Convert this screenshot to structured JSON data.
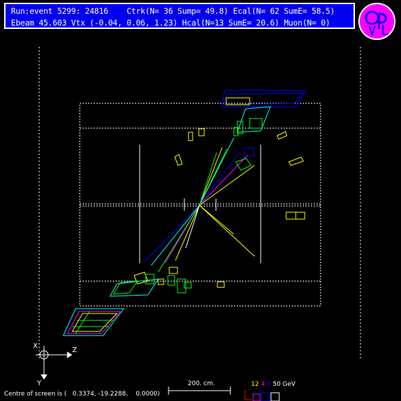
{
  "header": {
    "line1": "Run:event 5299: 24816    Ctrk(N= 36 Sump= 49.8) Ecal(N= 62 SumE= 58.5)",
    "line2": "Ebeam 45.603 Vtx (-0.04, 0.06, 1.23) Hcal(N=13 SumE= 20.6) Muon(N= 0)"
  },
  "logo": {
    "text": "OPAL"
  },
  "axes": {
    "x": "X",
    "z": "Z",
    "y": "Y"
  },
  "scale": {
    "label": "200. cm."
  },
  "energy_legend": {
    "v1": "12",
    "v2": "4",
    "v3": "8",
    "v4": "50 GeV"
  },
  "footer": {
    "centre": "Centre of screen is (   0.3374, -19.2288,    0.0000)"
  },
  "colors": {
    "header_bg": "#0000ee",
    "logo": "#ff00ff",
    "tracks": "#ffff00"
  }
}
